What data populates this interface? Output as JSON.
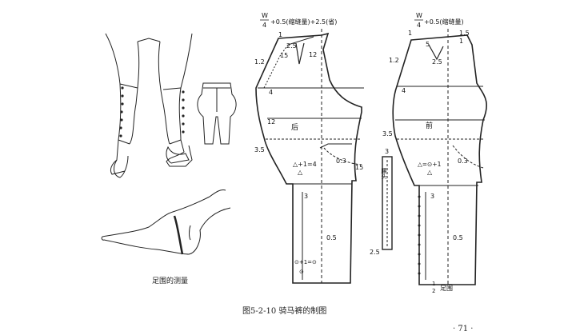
{
  "caption_figure": "图5-2-10   骑马裤的制图",
  "caption_foot": "足围的测量",
  "page_number": "· 71 ·",
  "back_panel": {
    "waist_formula_w": "W",
    "waist_formula_4": "4",
    "waist_formula_rest": "+0.5(缩缝量)+2.5(省)",
    "labels": {
      "l1": "1",
      "l2_5": "2.5",
      "l12a": "12",
      "l15": "15",
      "l1_2": "1.2",
      "l4": "4",
      "l12b": "12",
      "back": "后",
      "l3_5": "3.5",
      "l0_3": "0.3",
      "l15b": "15",
      "tri": "△+1=4",
      "triA": "△",
      "l3": "3",
      "l0_5": "0.5",
      "circ": "⊙+1=⊙",
      "circ2": "⊙"
    }
  },
  "front_panel": {
    "waist_formula_w": "W",
    "waist_formula_4": "4",
    "waist_formula_rest": "+0.5(缩缝量)",
    "labels": {
      "l1a": "1",
      "l1_5": "1.5",
      "l1b": "1",
      "l5": "5",
      "l2_5": "2.5",
      "l1_2": "1.2",
      "l4": "4",
      "front": "前",
      "l3_5": "3.5",
      "l0_3": "0.3",
      "tri": "△=⊙+1",
      "triA": "△",
      "l3": "3",
      "l0_5": "0.5",
      "foot": "足围",
      "half": "1",
      "half2": "2"
    }
  },
  "waistband": {
    "l3": "3",
    "label": "腰头",
    "l2_5": "2.5"
  }
}
